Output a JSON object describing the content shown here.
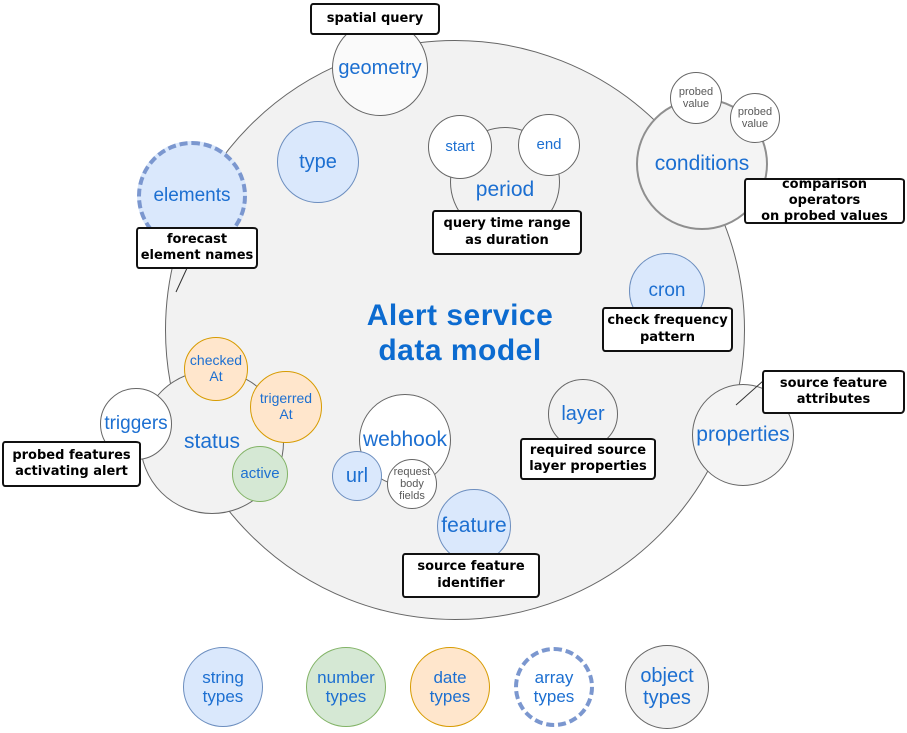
{
  "title": "Alert service\ndata model",
  "nodes": {
    "geometry": "geometry",
    "type": "type",
    "elements": "elements",
    "start": "start",
    "end": "end",
    "period": "period",
    "conditions": "conditions",
    "probed_value_1": "probed\nvalue",
    "probed_value_2": "probed\nvalue",
    "cron": "cron",
    "triggers": "triggers",
    "status": "status",
    "checked_at": "checked\nAt",
    "trigerred_at": "trigerred\nAt",
    "active": "active",
    "webhook": "webhook",
    "url": "url",
    "request_body_fields": "request\nbody\nfields",
    "layer": "layer",
    "feature": "feature",
    "properties": "properties"
  },
  "annotations": {
    "spatial_query": "spatial query",
    "forecast_element_names": "forecast\nelement names",
    "query_time_range": "query time range\nas duration",
    "comparison_operators": "comparison operators\non probed values",
    "check_frequency": "check frequency\npattern",
    "probed_features": "probed features\nactivating alert",
    "required_source": "required source\nlayer properties",
    "source_feature_identifier": "source feature\nidentifier",
    "source_feature_attributes": "source feature\nattributes"
  },
  "legend": {
    "string": "string\ntypes",
    "number": "number\ntypes",
    "date": "date\ntypes",
    "array": "array\ntypes",
    "object": "object\ntypes"
  },
  "colors": {
    "string_fill": "#dae8fc",
    "string_stroke": "#6c8ebf",
    "number_fill": "#d5e8d4",
    "number_stroke": "#82b366",
    "date_fill": "#ffe6cc",
    "date_stroke": "#d79b00",
    "array_stroke": "#7b97cf",
    "object_fill": "#f2f2f2",
    "object_stroke": "#666666",
    "field_fill": "#f2f2f2",
    "label_blue": "#1c6fd1",
    "label_gray": "#595959",
    "title_blue": "#0c6bd0"
  }
}
